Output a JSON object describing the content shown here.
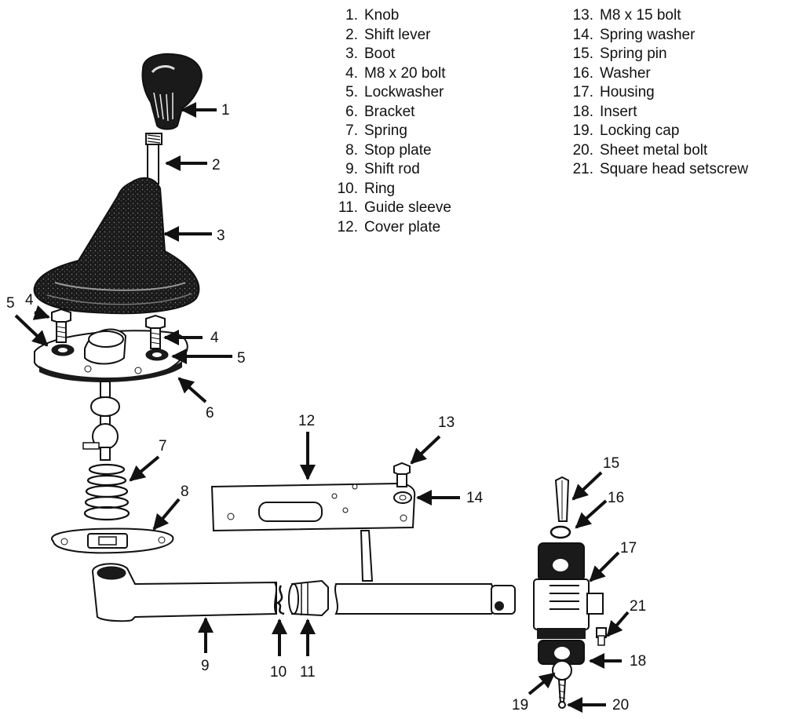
{
  "legend": {
    "left": [
      {
        "num": "1.",
        "label": "Knob"
      },
      {
        "num": "2.",
        "label": "Shift lever"
      },
      {
        "num": "3.",
        "label": "Boot"
      },
      {
        "num": "4.",
        "label": "M8 x 20 bolt"
      },
      {
        "num": "5.",
        "label": "Lockwasher"
      },
      {
        "num": "6.",
        "label": "Bracket"
      },
      {
        "num": "7.",
        "label": "Spring"
      },
      {
        "num": "8.",
        "label": "Stop plate"
      },
      {
        "num": "9.",
        "label": "Shift rod"
      },
      {
        "num": "10.",
        "label": "Ring"
      },
      {
        "num": "11.",
        "label": "Guide sleeve"
      },
      {
        "num": "12.",
        "label": "Cover plate"
      }
    ],
    "right": [
      {
        "num": "13.",
        "label": "M8 x 15 bolt"
      },
      {
        "num": "14.",
        "label": "Spring washer"
      },
      {
        "num": "15.",
        "label": "Spring pin"
      },
      {
        "num": "16.",
        "label": "Washer"
      },
      {
        "num": "17.",
        "label": "Housing"
      },
      {
        "num": "18.",
        "label": "Insert"
      },
      {
        "num": "19.",
        "label": "Locking cap"
      },
      {
        "num": "20.",
        "label": "Sheet metal bolt"
      },
      {
        "num": "21.",
        "label": "Square head setscrew"
      }
    ]
  },
  "callouts": {
    "c1": "1",
    "c2": "2",
    "c3": "3",
    "c4a": "4",
    "c5a": "5",
    "c4b": "4",
    "c5b": "5",
    "c6": "6",
    "c7": "7",
    "c8": "8",
    "c9": "9",
    "c10": "10",
    "c11": "11",
    "c12": "12",
    "c13": "13",
    "c14": "14",
    "c15": "15",
    "c16": "16",
    "c17": "17",
    "c18": "18",
    "c19": "19",
    "c20": "20",
    "c21": "21"
  }
}
